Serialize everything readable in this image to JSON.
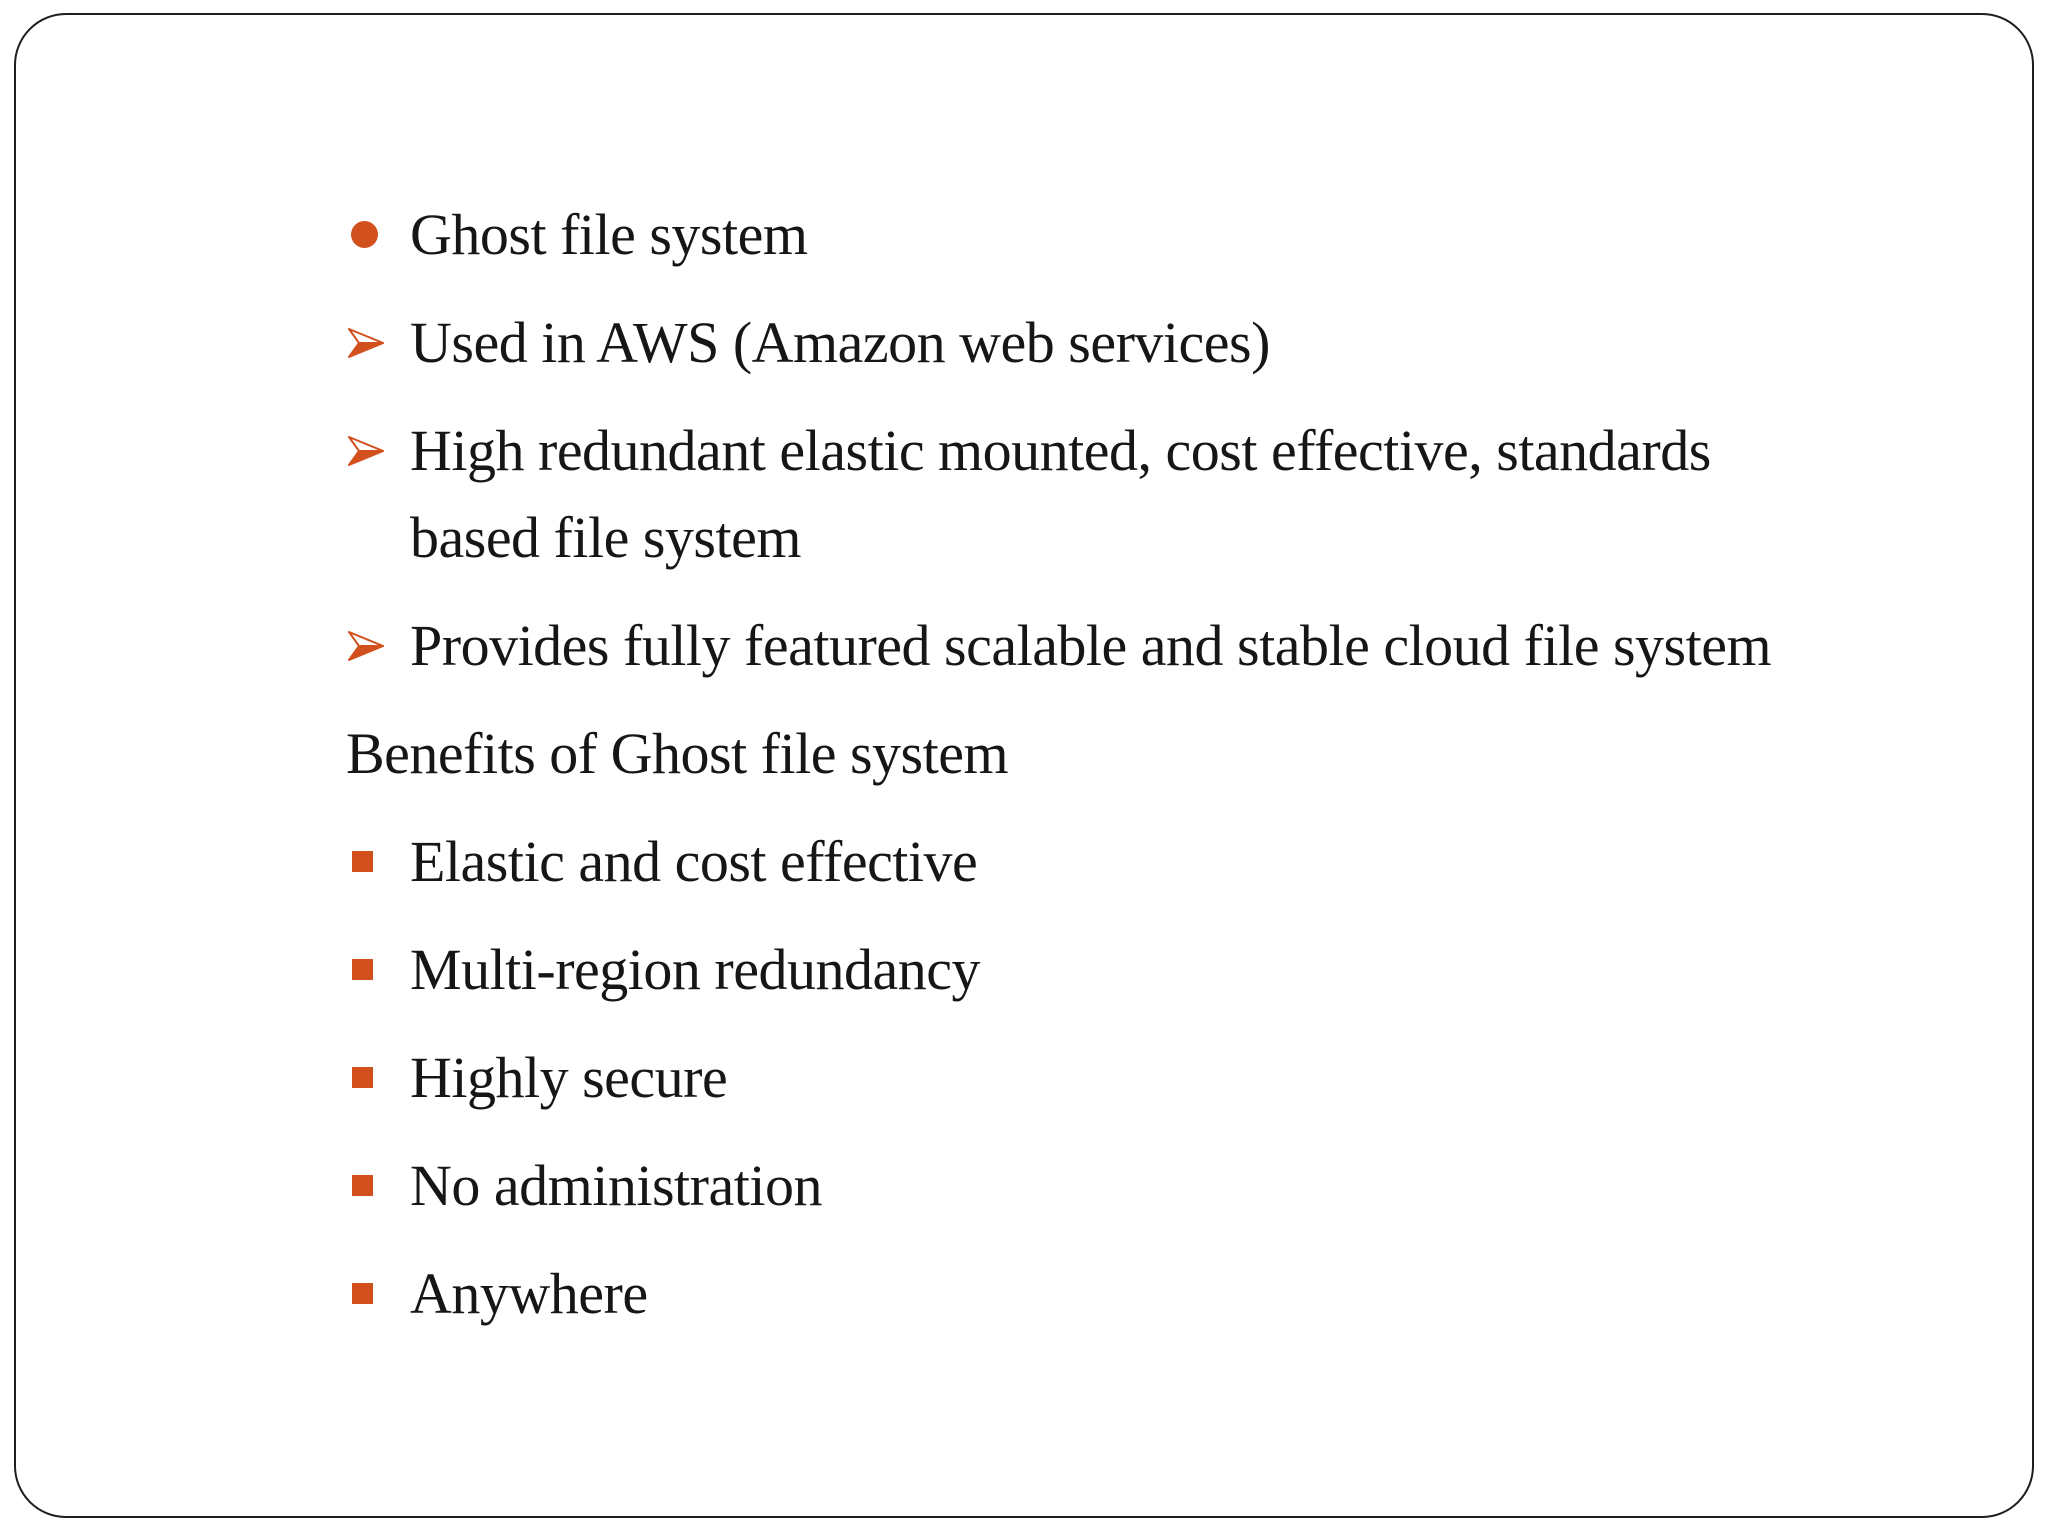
{
  "slide": {
    "accent_color": "#d2501e",
    "border_color": "#1e1e1e",
    "text_color": "#161616",
    "background_color": "#ffffff",
    "items": [
      {
        "marker": "dot",
        "text": "Ghost file system"
      },
      {
        "marker": "arrow",
        "text": "Used in AWS (Amazon web services)"
      },
      {
        "marker": "arrow",
        "text": "High redundant elastic mounted, cost effective, standards\nbased file system"
      },
      {
        "marker": "arrow",
        "text": "Provides fully featured scalable and stable cloud file system"
      },
      {
        "marker": "none",
        "text": "Benefits of Ghost file system"
      },
      {
        "marker": "square",
        "text": "Elastic and cost effective"
      },
      {
        "marker": "square",
        "text": "Multi-region redundancy"
      },
      {
        "marker": "square",
        "text": "Highly secure"
      },
      {
        "marker": "square",
        "text": "No administration"
      },
      {
        "marker": "square",
        "text": "Anywhere"
      }
    ]
  }
}
